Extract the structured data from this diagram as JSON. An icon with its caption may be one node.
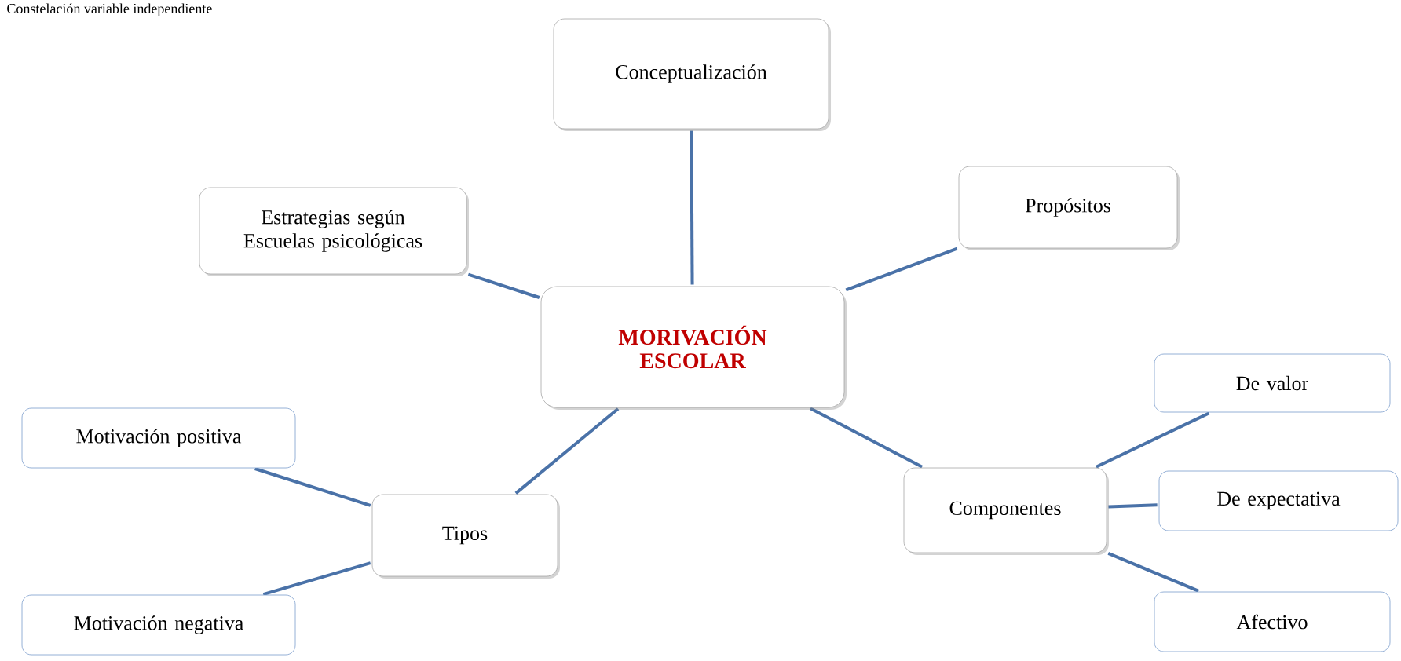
{
  "diagram": {
    "title": "Constelación variable independiente",
    "nodes": [
      {
        "text": [
          "Conceptualización"
        ]
      },
      {
        "text": [
          "Propósitos"
        ]
      },
      {
        "text": [
          "Estrategias según Escuelas psicológicas"
        ]
      },
      {
        "text": [
          "MORIVACIÓN ESCOLAR"
        ]
      },
      {
        "text": [
          "De valor"
        ]
      },
      {
        "text": [
          "Motivación positiva"
        ]
      },
      {
        "text": [
          "Componentes"
        ]
      },
      {
        "text": [
          "De expectativa"
        ]
      },
      {
        "text": [
          "Tipos"
        ]
      },
      {
        "text": [
          "Afectivo"
        ]
      },
      {
        "text": [
          "Motivación negativa"
        ]
      }
    ],
    "edges": [
      {
        "from": 3,
        "to": 0,
        "arrow": "none"
      },
      {
        "from": 3,
        "to": 1,
        "arrow": "none"
      },
      {
        "from": 3,
        "to": 2,
        "arrow": "none"
      },
      {
        "from": 3,
        "to": 8,
        "arrow": "none"
      },
      {
        "from": 3,
        "to": 6,
        "arrow": "none"
      },
      {
        "from": 8,
        "to": 5,
        "arrow": "none"
      },
      {
        "from": 8,
        "to": 10,
        "arrow": "none"
      },
      {
        "from": 6,
        "to": 4,
        "arrow": "none"
      },
      {
        "from": 6,
        "to": 7,
        "arrow": "none"
      },
      {
        "from": 6,
        "to": 9,
        "arrow": "none"
      }
    ]
  }
}
